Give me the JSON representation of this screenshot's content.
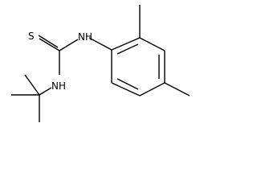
{
  "molecule": {
    "atoms": {
      "sulfur": "S",
      "upper_amine": "NH",
      "lower_amine": "NH"
    },
    "colors": {
      "bond": "#000000",
      "label": "#000000",
      "background": "#ffffff"
    }
  }
}
